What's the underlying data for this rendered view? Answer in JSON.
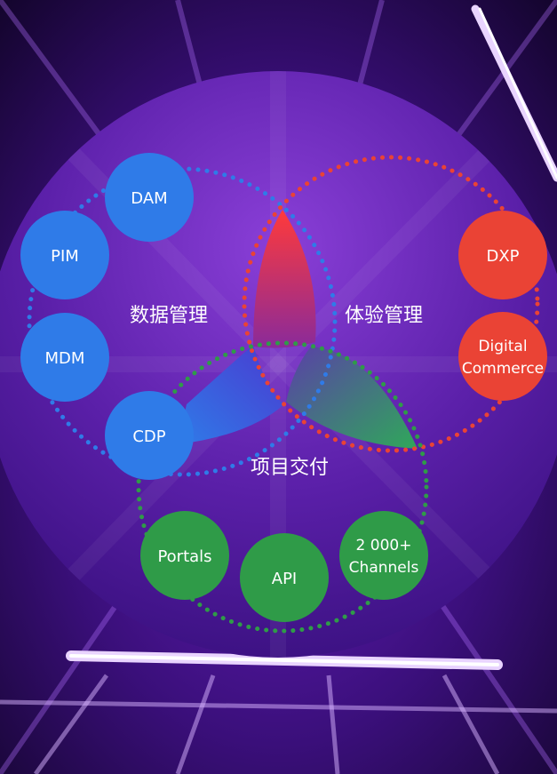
{
  "groups": {
    "data": {
      "label": "数据管理",
      "color": "#2f7be8"
    },
    "experience": {
      "label": "体验管理",
      "color": "#ea4335"
    },
    "delivery": {
      "label": "项目交付",
      "color": "#2f9b48"
    }
  },
  "nodes": {
    "dam": "DAM",
    "pim": "PIM",
    "mdm": "MDM",
    "cdp": "CDP",
    "dxp": "DXP",
    "digital_commerce": [
      "Digital",
      "Commerce"
    ],
    "portals": "Portals",
    "api": "API",
    "channels": [
      "2 000+",
      "Channels"
    ]
  }
}
